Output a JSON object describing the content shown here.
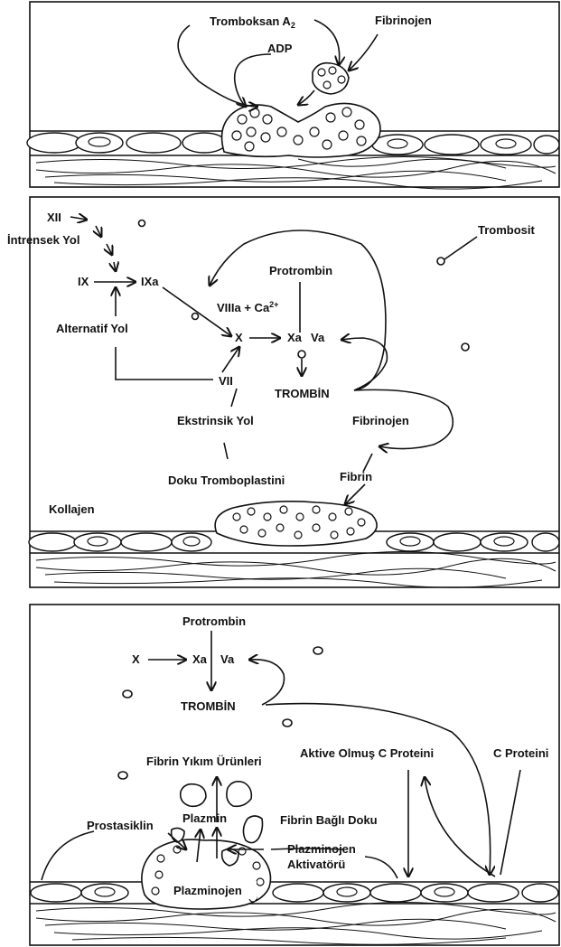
{
  "panel1": {
    "thromboxane_label": "Tromboksan A",
    "thromboxane_sub": "2",
    "adp_label": "ADP",
    "fibrinogen_label": "Fibrinojen"
  },
  "panel2": {
    "xii_label": "XII",
    "intrinsic_label": "İntrensek Yol",
    "ix_label": "IX",
    "ixa_label": "IXa",
    "alternative_label": "Alternatif Yol",
    "viiia_label": "VIIIa + Ca",
    "viiia_sup": "2+",
    "x_label": "X",
    "xa_label": "Xa",
    "va_label": "Va",
    "vii_label": "VII",
    "prothrombin_label": "Protrombin",
    "thrombin_label": "TROMBİN",
    "platelet_label": "Trombosit",
    "extrinsic_label": "Ekstrinsik Yol",
    "fibrinogen_label": "Fibrinojen",
    "tissue_thromboplastin_label": "Doku Tromboplastini",
    "fibrin_label": "Fibrin",
    "collagen_label": "Kollajen"
  },
  "panel3": {
    "prothrombin_label": "Protrombin",
    "x_label": "X",
    "xa_label": "Xa",
    "va_label": "Va",
    "thrombin_label": "TROMBİN",
    "fdp_label": "Fibrin Yıkım Ürünleri",
    "activated_c_label": "Aktive Olmuş C Proteini",
    "protein_c_label": "C Proteini",
    "plasmin_label": "Plazmin",
    "fibrin_tissue_label": "Fibrin Bağlı Doku",
    "prostacyclin_label": "Prostasiklin",
    "pa_label_1": "Plazminojen",
    "pa_label_2": "Aktivatörü",
    "plasminogen_label": "Plazminojen"
  }
}
